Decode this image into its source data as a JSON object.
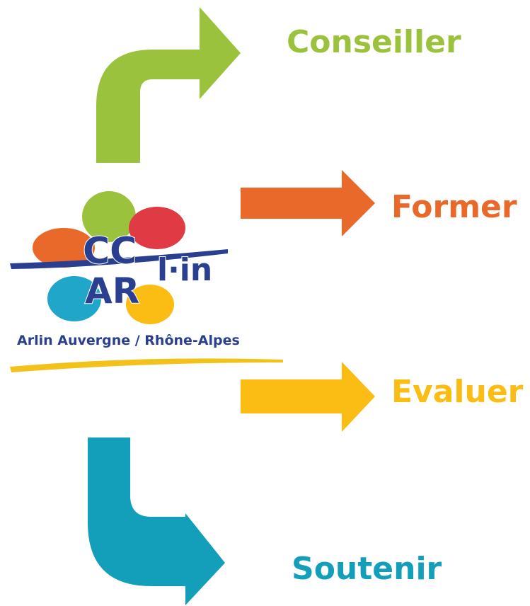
{
  "diagram": {
    "labels": {
      "conseiller": "Conseiller",
      "former": "Former",
      "evaluer": "Evaluer",
      "soutenir": "Soutenir"
    },
    "colors": {
      "green": "#9bc23c",
      "orange": "#e8692a",
      "yellow": "#fbbd13",
      "teal": "#139fb9",
      "logo_blue": "#2a3f8f",
      "petal_red": "#e03a45",
      "petal_blue": "#1fa6c8"
    },
    "logo": {
      "mark": "CCLIN AR",
      "caption": "Arlin Auvergne / Rhône-Alpes"
    }
  }
}
